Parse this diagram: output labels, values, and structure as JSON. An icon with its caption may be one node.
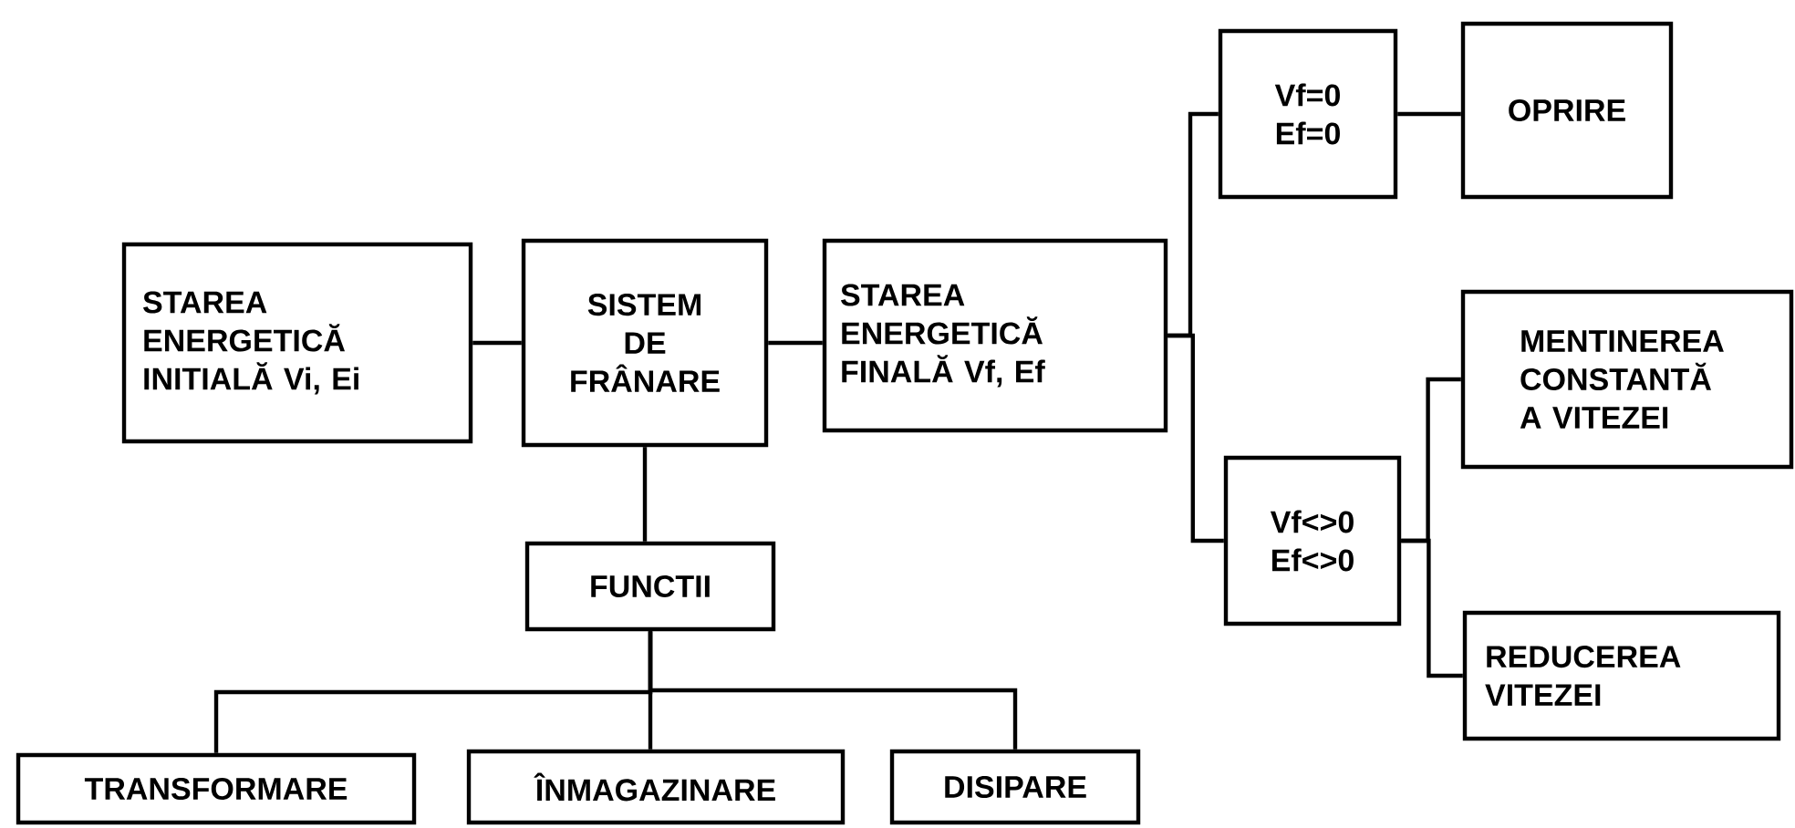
{
  "diagram": {
    "nodes": [
      {
        "text": [
          "STAREA ENERGETICĂ INITIALĂ Vi, Ei"
        ]
      },
      {
        "text": [
          "SISTEM DE FRÂNARE"
        ]
      },
      {
        "text": [
          "STAREA ENERGETICĂ FINALĂ Vf, Ef"
        ]
      },
      {
        "text": [
          "Vf=0 Ef=0"
        ]
      },
      {
        "text": [
          "OPRIRE"
        ]
      },
      {
        "text": [
          "Vf<>0 Ef<>0"
        ]
      },
      {
        "text": [
          "MENTINEREA CONSTANTĂ A VITEZEI"
        ]
      },
      {
        "text": [
          "REDUCEREA VITEZEI"
        ]
      },
      {
        "text": [
          "FUNCTII"
        ]
      },
      {
        "text": [
          "TRANSFORMARE"
        ]
      },
      {
        "text": [
          "ÎNMAGAZINARE"
        ]
      },
      {
        "text": [
          "DISIPARE"
        ]
      }
    ],
    "edges": [
      {
        "from": 0,
        "to": 1,
        "arrow": "none"
      },
      {
        "from": 1,
        "to": 2,
        "arrow": "none"
      },
      {
        "from": 1,
        "to": 8,
        "arrow": "none"
      },
      {
        "from": 2,
        "to": 3,
        "arrow": "none"
      },
      {
        "from": 2,
        "to": 5,
        "arrow": "none"
      },
      {
        "from": 3,
        "to": 4,
        "arrow": "none"
      },
      {
        "from": 5,
        "to": 6,
        "arrow": "none"
      },
      {
        "from": 5,
        "to": 7,
        "arrow": "none"
      },
      {
        "from": 8,
        "to": 9,
        "arrow": "none"
      },
      {
        "from": 8,
        "to": 10,
        "arrow": "none"
      },
      {
        "from": 8,
        "to": 11,
        "arrow": "none"
      }
    ]
  }
}
